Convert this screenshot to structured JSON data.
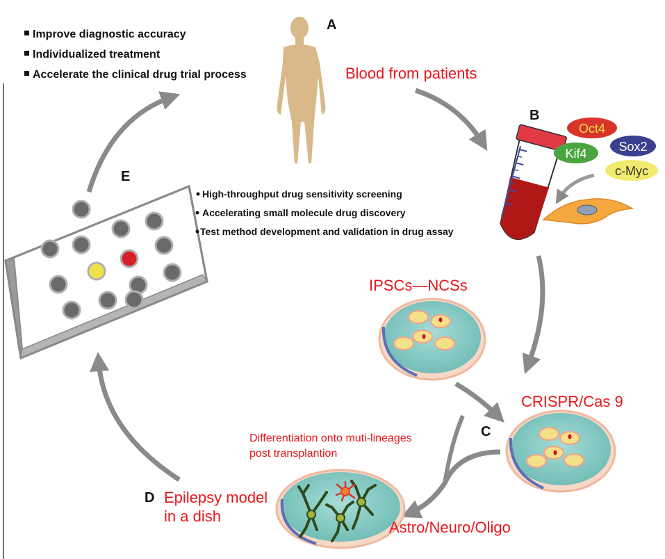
{
  "panels": {
    "a": "A",
    "b": "B",
    "c": "C",
    "d": "D",
    "e": "E"
  },
  "benefits": [
    "Improve diagnostic accuracy",
    "Individualized treatment",
    "Accelerate the clinical drug trial process"
  ],
  "screening": [
    "High-throughput drug sensitivity screening",
    "Accelerating small molecule drug discovery",
    "Test method development and validation in drug assay"
  ],
  "labels": {
    "blood": "Blood from patients",
    "ipsc": "IPSCs—NCSs",
    "crispr": "CRISPR/Cas 9",
    "differentiation_1": "Differentiation onto muti-lineages",
    "differentiation_2": "post transplantion",
    "epilepsy_1": "Epilepsy model",
    "epilepsy_2": "in a dish",
    "lineages": "Astro/Neuro/Oligo"
  },
  "factors": [
    {
      "name": "Oct4",
      "fill": "#d9342b",
      "text": "#f4e04d"
    },
    {
      "name": "Kif4",
      "fill": "#4aa541",
      "text": "#ffffff"
    },
    {
      "name": "Sox2",
      "fill": "#3b3f8f",
      "text": "#ffffff"
    },
    {
      "name": "c-Myc",
      "fill": "#f1ea6e",
      "text": "#333333"
    }
  ],
  "colors": {
    "accent_red": "#e8161b",
    "arrow_gray": "#8a8a8a",
    "human_body": "#d9b88a",
    "dish_fill": "#8ecfc9",
    "blood": "#b01818",
    "tube_cap": "#e03a45"
  }
}
